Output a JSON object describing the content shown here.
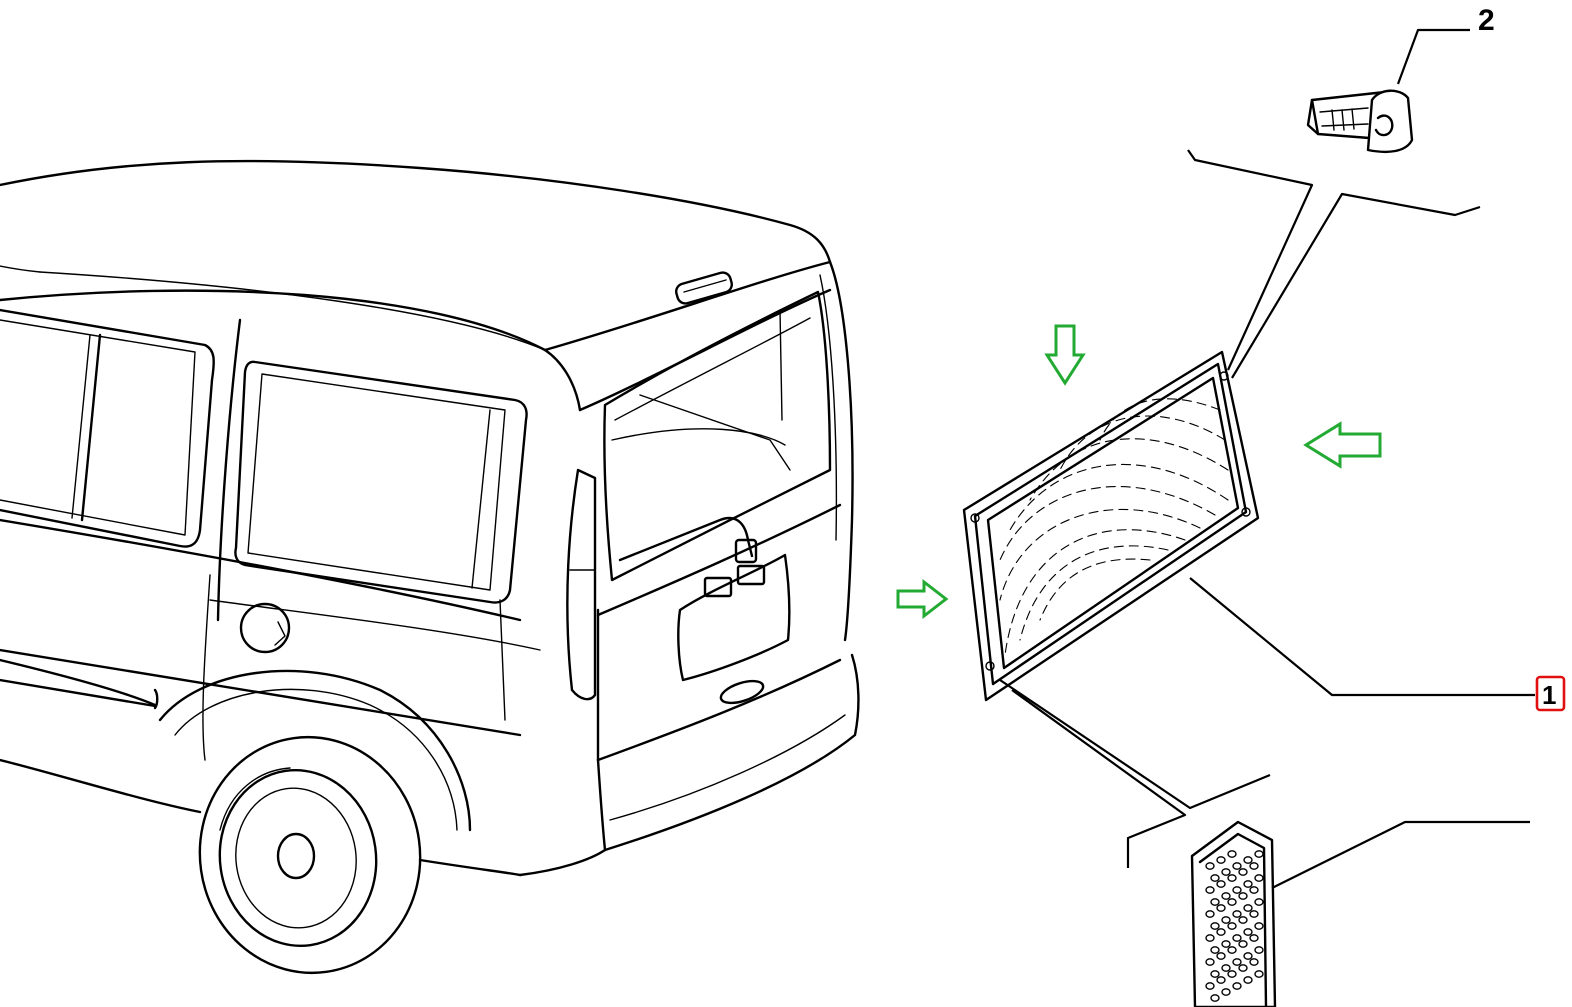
{
  "callouts": {
    "part_1": "1",
    "part_2": "2"
  },
  "colors": {
    "line": "#000000",
    "arrow": "#22aa33",
    "highlight": "#e01010",
    "background": "#ffffff"
  },
  "highlighted_callout": "1",
  "arrow_count": 3
}
